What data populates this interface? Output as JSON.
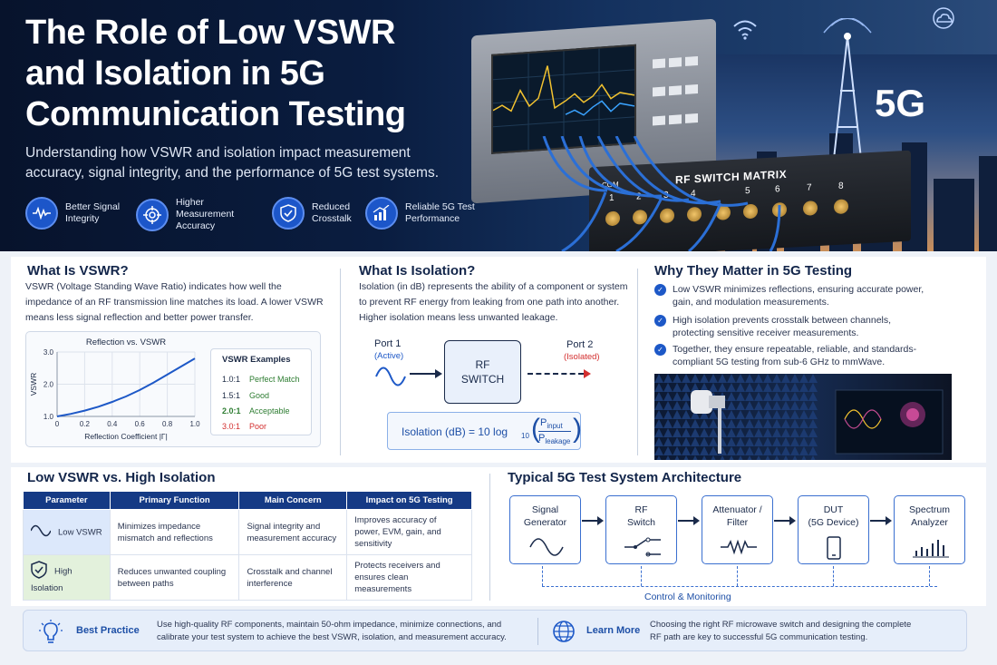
{
  "hero": {
    "title": "The Role of Low VSWR and Isolation in 5G Communication Testing",
    "subtitle": "Understanding how VSWR and isolation impact measurement accuracy, signal integrity, and the performance of 5G test systems.",
    "badge": "5G",
    "features": [
      {
        "label": "Better Signal Integrity",
        "icon": "waveform-icon"
      },
      {
        "label": "Higher Measurement Accuracy",
        "icon": "target-icon"
      },
      {
        "label": "Reduced Crosstalk",
        "icon": "shield-check-icon"
      },
      {
        "label": "Reliable 5G Test Performance",
        "icon": "bar-chart-icon"
      }
    ],
    "switch_matrix": {
      "title": "RF SWITCH MATRIX",
      "com_label": "COM",
      "ports": [
        "1",
        "2",
        "3",
        "4",
        "5",
        "6",
        "7",
        "8"
      ]
    }
  },
  "vswr": {
    "heading": "What Is VSWR?",
    "text": "VSWR (Voltage Standing Wave Ratio) indicates how well the impedance of an RF transmission line matches its load. A lower VSWR means less signal reflection and better power transfer.",
    "examples_heading": "VSWR Examples",
    "examples": [
      {
        "ratio": "1.0:1",
        "label": "Perfect Match",
        "color": "#2e7d32"
      },
      {
        "ratio": "1.5:1",
        "label": "Good",
        "color": "#2e7d32"
      },
      {
        "ratio": "2.0:1",
        "label": "Acceptable",
        "color": "#2e7d32"
      },
      {
        "ratio": "3.0:1",
        "label": "Poor",
        "color": "#d32f2f"
      }
    ]
  },
  "chart_data": {
    "type": "line",
    "title": "Reflection vs. VSWR",
    "xlabel": "Reflection Coefficient |Γ|",
    "ylabel": "VSWR",
    "xlim": [
      0,
      1.0
    ],
    "ylim": [
      1.0,
      3.0
    ],
    "x_ticks": [
      "0",
      "0.2",
      "0.4",
      "0.6",
      "0.8",
      "1.0"
    ],
    "y_ticks": [
      "1.0",
      "2.0",
      "3.0"
    ],
    "grid": true,
    "series": [
      {
        "x": [
          0,
          0.1,
          0.2,
          0.3,
          0.4,
          0.5,
          0.6,
          0.7,
          0.8,
          0.9,
          1.0
        ],
        "y": [
          1.0,
          1.08,
          1.18,
          1.3,
          1.45,
          1.62,
          1.82,
          2.05,
          2.3,
          2.55,
          2.8
        ]
      }
    ]
  },
  "isolation": {
    "heading": "What Is Isolation?",
    "text": "Isolation (in dB) represents the ability of a component or system to prevent RF energy from leaking from one path into another. Higher isolation means less unwanted leakage.",
    "port1": "Port 1",
    "port1_sub": "(Active)",
    "port2": "Port 2",
    "port2_sub": "(Isolated)",
    "switch_line1": "RF",
    "switch_line2": "SWITCH",
    "formula_left": "Isolation (dB) = 10 log",
    "formula_sub": "10",
    "formula_num": "P",
    "formula_num_sub": "input",
    "formula_den": "P",
    "formula_den_sub": "leakage"
  },
  "why": {
    "heading": "Why They Matter in 5G Testing",
    "items": [
      "Low VSWR minimizes reflections, ensuring accurate power, gain, and modulation measurements.",
      "High isolation prevents crosstalk between channels, protecting sensitive receiver measurements.",
      "Together, they ensure repeatable, reliable, and standards-compliant 5G testing from sub-6 GHz to mmWave."
    ]
  },
  "comparison": {
    "heading": "Low VSWR vs. High Isolation",
    "columns": [
      "Parameter",
      "Primary Function",
      "Main Concern",
      "Impact on 5G Testing"
    ],
    "rows": [
      {
        "param": "Low VSWR",
        "func": "Minimizes impedance mismatch and reflections",
        "concern": "Signal integrity and measurement accuracy",
        "impact": "Improves accuracy of power, EVM, gain, and sensitivity"
      },
      {
        "param": "High Isolation",
        "func": "Reduces unwanted coupling between paths",
        "concern": "Crosstalk and channel interference",
        "impact": "Protects receivers and ensures clean measurements"
      }
    ]
  },
  "architecture": {
    "heading": "Typical 5G Test System Architecture",
    "blocks": [
      {
        "line1": "Signal",
        "line2": "Generator"
      },
      {
        "line1": "RF",
        "line2": "Switch"
      },
      {
        "line1": "Attenuator /",
        "line2": "Filter"
      },
      {
        "line1": "DUT",
        "line2": "(5G Device)"
      },
      {
        "line1": "Spectrum",
        "line2": "Analyzer"
      }
    ],
    "control_label": "Control & Monitoring"
  },
  "best_practice": {
    "heading": "Best Practice",
    "text": "Use high-quality RF components, maintain 50-ohm impedance, minimize connections, and calibrate your test system to achieve the best VSWR, isolation, and measurement accuracy.",
    "learn_heading": "Learn More",
    "learn_text": "Choosing the right RF microwave switch and designing the complete RF path are key to successful 5G communication testing."
  }
}
